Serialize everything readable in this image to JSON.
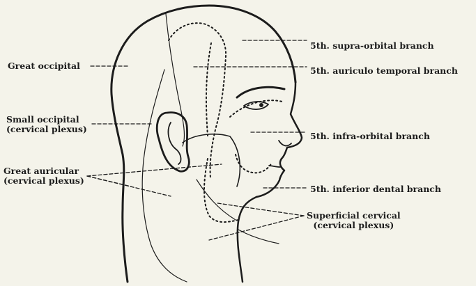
{
  "labels": {
    "great_occipital": "Great occipital",
    "small_occipital": [
      "Small occipital",
      "(cervical plexus)"
    ],
    "great_auricular": [
      "Great auricular",
      "(cervical plexus)"
    ],
    "supra_orbital": "5th. supra-orbital branch",
    "auriculo_temporal": "5th. auriculo temporal branch",
    "infra_orbital": "5th. infra-orbital branch",
    "inferior_dental": "5th. inferior dental branch",
    "superficial_cervical": [
      "Superficial cervical",
      "(cervical plexus)"
    ]
  },
  "colors": {
    "ink": "#1c1c1c",
    "paper": "#f4f3ea"
  }
}
